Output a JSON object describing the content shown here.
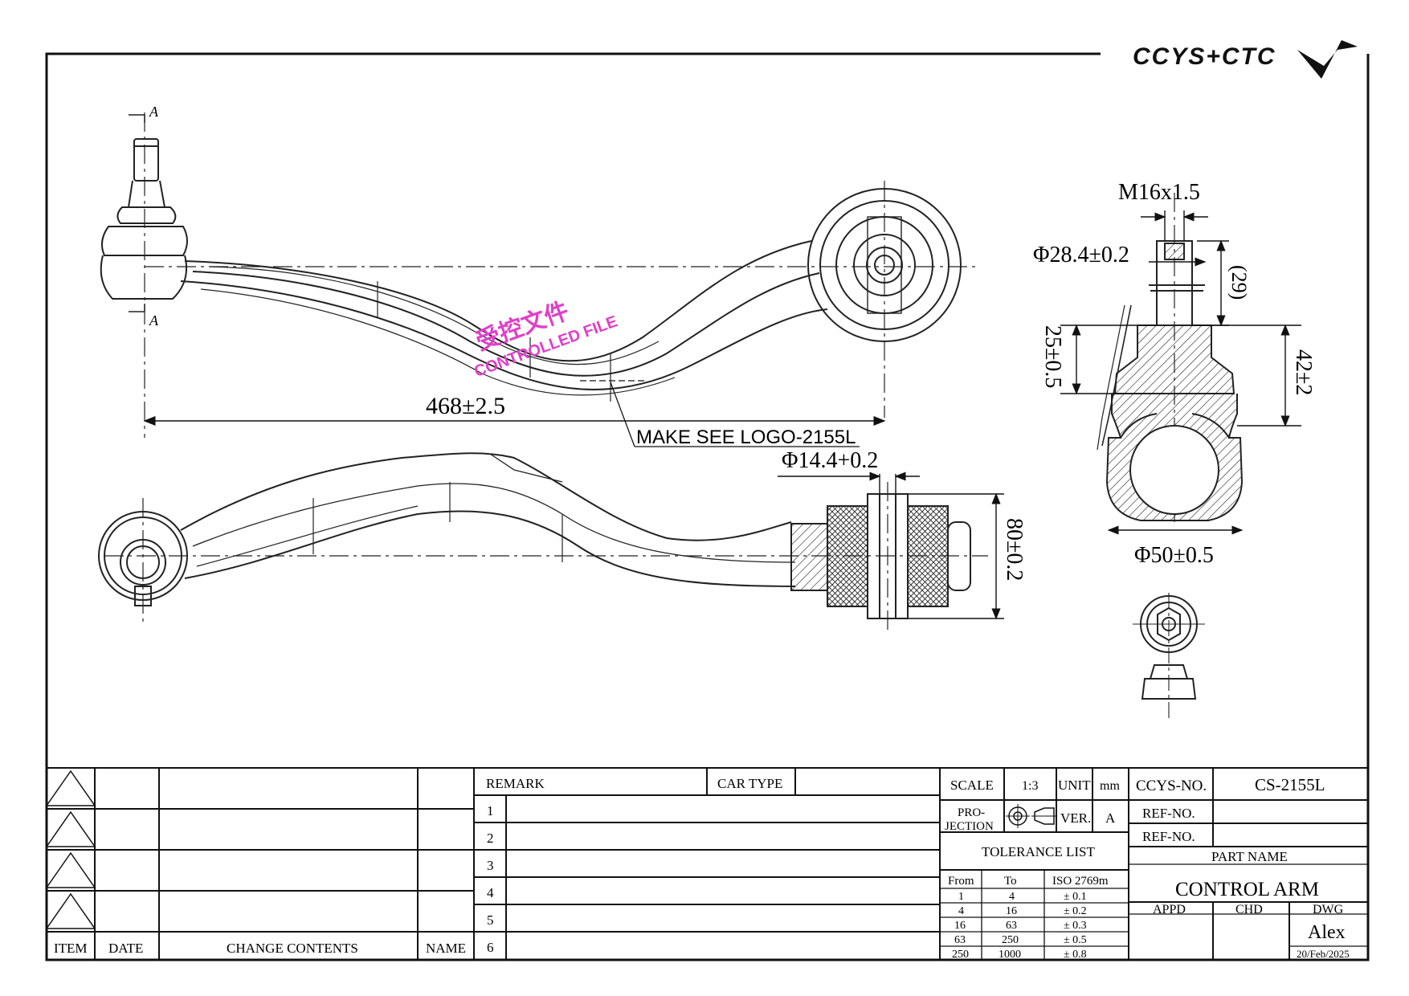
{
  "logo": {
    "text": "CCYS+CTC"
  },
  "drawing": {
    "section_mark": "A",
    "dim_length": "468±2.5",
    "dim_thread": "M16x1.5",
    "dim_taper": "Φ28.4±0.2",
    "dim_29": "(29)",
    "dim_25": "25±0.5",
    "dim_42": "42±2",
    "dim_bore": "Φ14.4+0.2",
    "dim_width": "80±0.2",
    "dim_ball": "Φ50±0.5",
    "logo_note": "MAKE SEE LOGO-2155L",
    "stamp_cn": "受控文件",
    "stamp_en": "CONTROLLED FILE",
    "stamp_color": "#e040c8"
  },
  "title_block": {
    "change_headers": {
      "item": "ITEM",
      "date": "DATE",
      "contents": "CHANGE CONTENTS",
      "name": "NAME"
    },
    "remark_label": "REMARK",
    "car_type_label": "CAR TYPE",
    "remark_rows": [
      "1",
      "2",
      "3",
      "4",
      "5",
      "6"
    ],
    "scale_label": "SCALE",
    "scale_value": "1:3",
    "unit_label": "UNIT",
    "unit_value": "mm",
    "projection_label_1": "PRO-",
    "projection_label_2": "JECTION",
    "ver_label": "VER.",
    "ver_value": "A",
    "tolerance_title": "TOLERANCE LIST",
    "tolerance_headers": {
      "from": "From",
      "to": "To",
      "std": "ISO 2769m"
    },
    "tolerance_rows": [
      {
        "from": "1",
        "to": "4",
        "tol": "± 0.1"
      },
      {
        "from": "4",
        "to": "16",
        "tol": "± 0.2"
      },
      {
        "from": "16",
        "to": "63",
        "tol": "± 0.3"
      },
      {
        "from": "63",
        "to": "250",
        "tol": "± 0.5"
      },
      {
        "from": "250",
        "to": "1000",
        "tol": "± 0.8"
      }
    ],
    "ccys_no_label": "CCYS-NO.",
    "ccys_no_value": "CS-2155L",
    "ref_no_label_1": "REF-NO.",
    "ref_no_label_2": "REF-NO.",
    "part_name_label": "PART NAME",
    "part_name_value": "CONTROL ARM",
    "appd_label": "APPD",
    "chd_label": "CHD",
    "dwg_label": "DWG",
    "dwg_value": "Alex",
    "date_value": "20/Feb/2025"
  }
}
